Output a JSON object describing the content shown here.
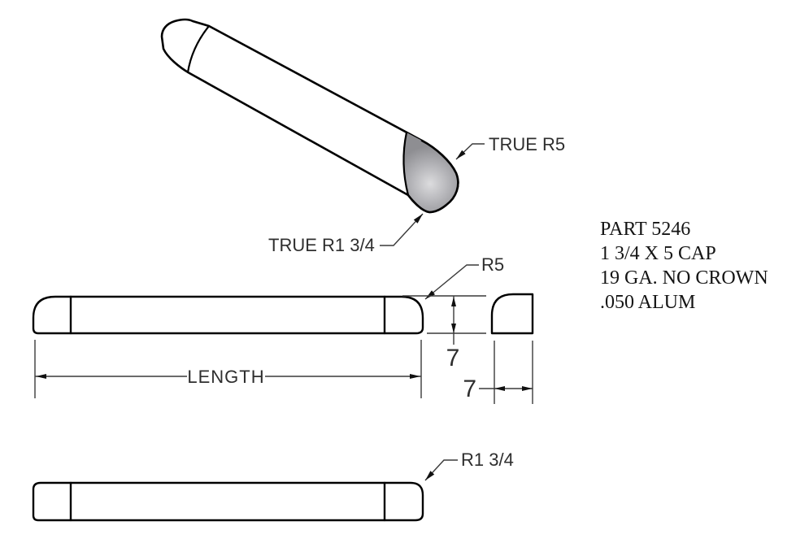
{
  "views": {
    "iso": {
      "labels": {
        "true_r5": "TRUE R5",
        "true_r1_3_4": "TRUE R1 3/4"
      }
    },
    "side": {
      "radius_label": "R5",
      "height_dim": "7",
      "length_dim": "LENGTH"
    },
    "end": {
      "width_dim": "7"
    },
    "plan": {
      "radius_label": "R1 3/4"
    }
  },
  "notes": {
    "lines": [
      "PART 5246",
      "1 3/4 X 5 CAP",
      "19 GA. NO CROWN",
      ".050 ALUM"
    ]
  },
  "colors": {
    "background": "#ffffff",
    "line": "#000000",
    "annotation_text": "#2e2e2e",
    "notes_text": "#141414",
    "body_edge_top": "#808084",
    "body_mid_light": "#b3b3b7",
    "body_mid": "#a8a8ac",
    "body_edge_bottom": "#707074",
    "cap_highlight": "#dcdcde",
    "cap_mid": "#b4b4b8",
    "cap_dark": "#8e8e92"
  }
}
